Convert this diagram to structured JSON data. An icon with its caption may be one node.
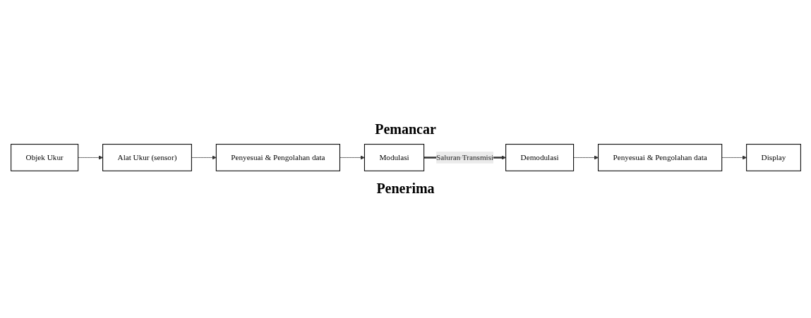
{
  "diagram": {
    "nodes": [
      {
        "text": [
          "Objek Ukur"
        ]
      },
      {
        "text": [
          "Alat Ukur (sensor)"
        ]
      },
      {
        "text": [
          "Penyesuai & Pengolahan data"
        ]
      },
      {
        "text": [
          "Modulasi"
        ]
      },
      {
        "text": [
          "Demodulasi"
        ]
      },
      {
        "text": [
          "Penyesuai & Pengolahan data"
        ]
      },
      {
        "text": [
          "Display"
        ]
      }
    ],
    "edges": [
      {
        "from": 0,
        "to": 1,
        "arrow": "to"
      },
      {
        "from": 1,
        "to": 2,
        "arrow": "to"
      },
      {
        "from": 2,
        "to": 3,
        "arrow": "to"
      },
      {
        "from": 3,
        "to": 4,
        "arrow": "to",
        "label": "Saluran Transmisi",
        "style": "thick"
      },
      {
        "from": 4,
        "to": 5,
        "arrow": "to"
      },
      {
        "from": 5,
        "to": 6,
        "arrow": "to"
      }
    ],
    "labels": [
      "Pemancar",
      "Penerima"
    ]
  }
}
